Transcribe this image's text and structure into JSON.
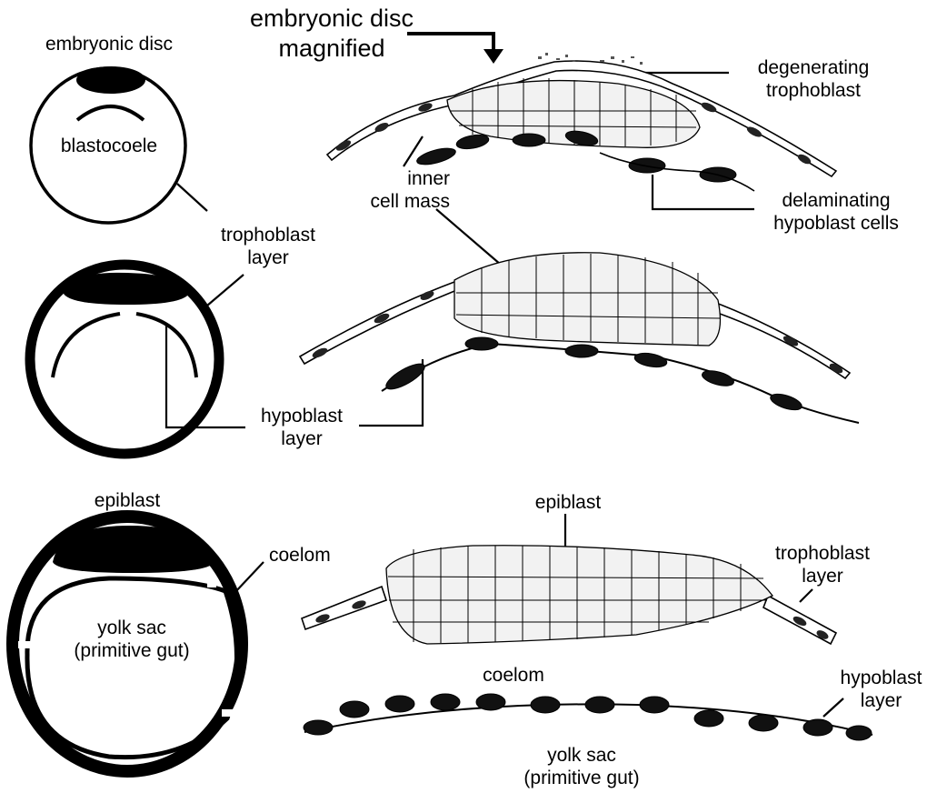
{
  "labels": {
    "embryonic_disc": "embryonic disc",
    "blastocoele": "blastocoele",
    "embryonic_disc_magnified": [
      "embryonic disc",
      "magnified"
    ],
    "degenerating_trophoblast": [
      "degenerating",
      "trophoblast"
    ],
    "inner_cell_mass": [
      "inner",
      "cell mass"
    ],
    "delaminating_hypoblast_cells": [
      "delaminating",
      "hypoblast cells"
    ],
    "trophoblast_layer_1": [
      "trophoblast",
      "layer"
    ],
    "hypoblast_layer_1": [
      "hypoblast",
      "layer"
    ],
    "epiblast_left": "epiblast",
    "coelom_left": "coelom",
    "yolk_sac_left": [
      "yolk sac",
      "(primitive gut)"
    ],
    "epiblast_right": "epiblast",
    "trophoblast_layer_2": [
      "trophoblast",
      "layer"
    ],
    "coelom_right": "coelom",
    "hypoblast_layer_2": [
      "hypoblast",
      "layer"
    ],
    "yolk_sac_right": [
      "yolk sac",
      "(primitive gut)"
    ]
  },
  "colors": {
    "ink": "#000000",
    "background": "#ffffff",
    "cell_fill": "#f2f2f2"
  }
}
